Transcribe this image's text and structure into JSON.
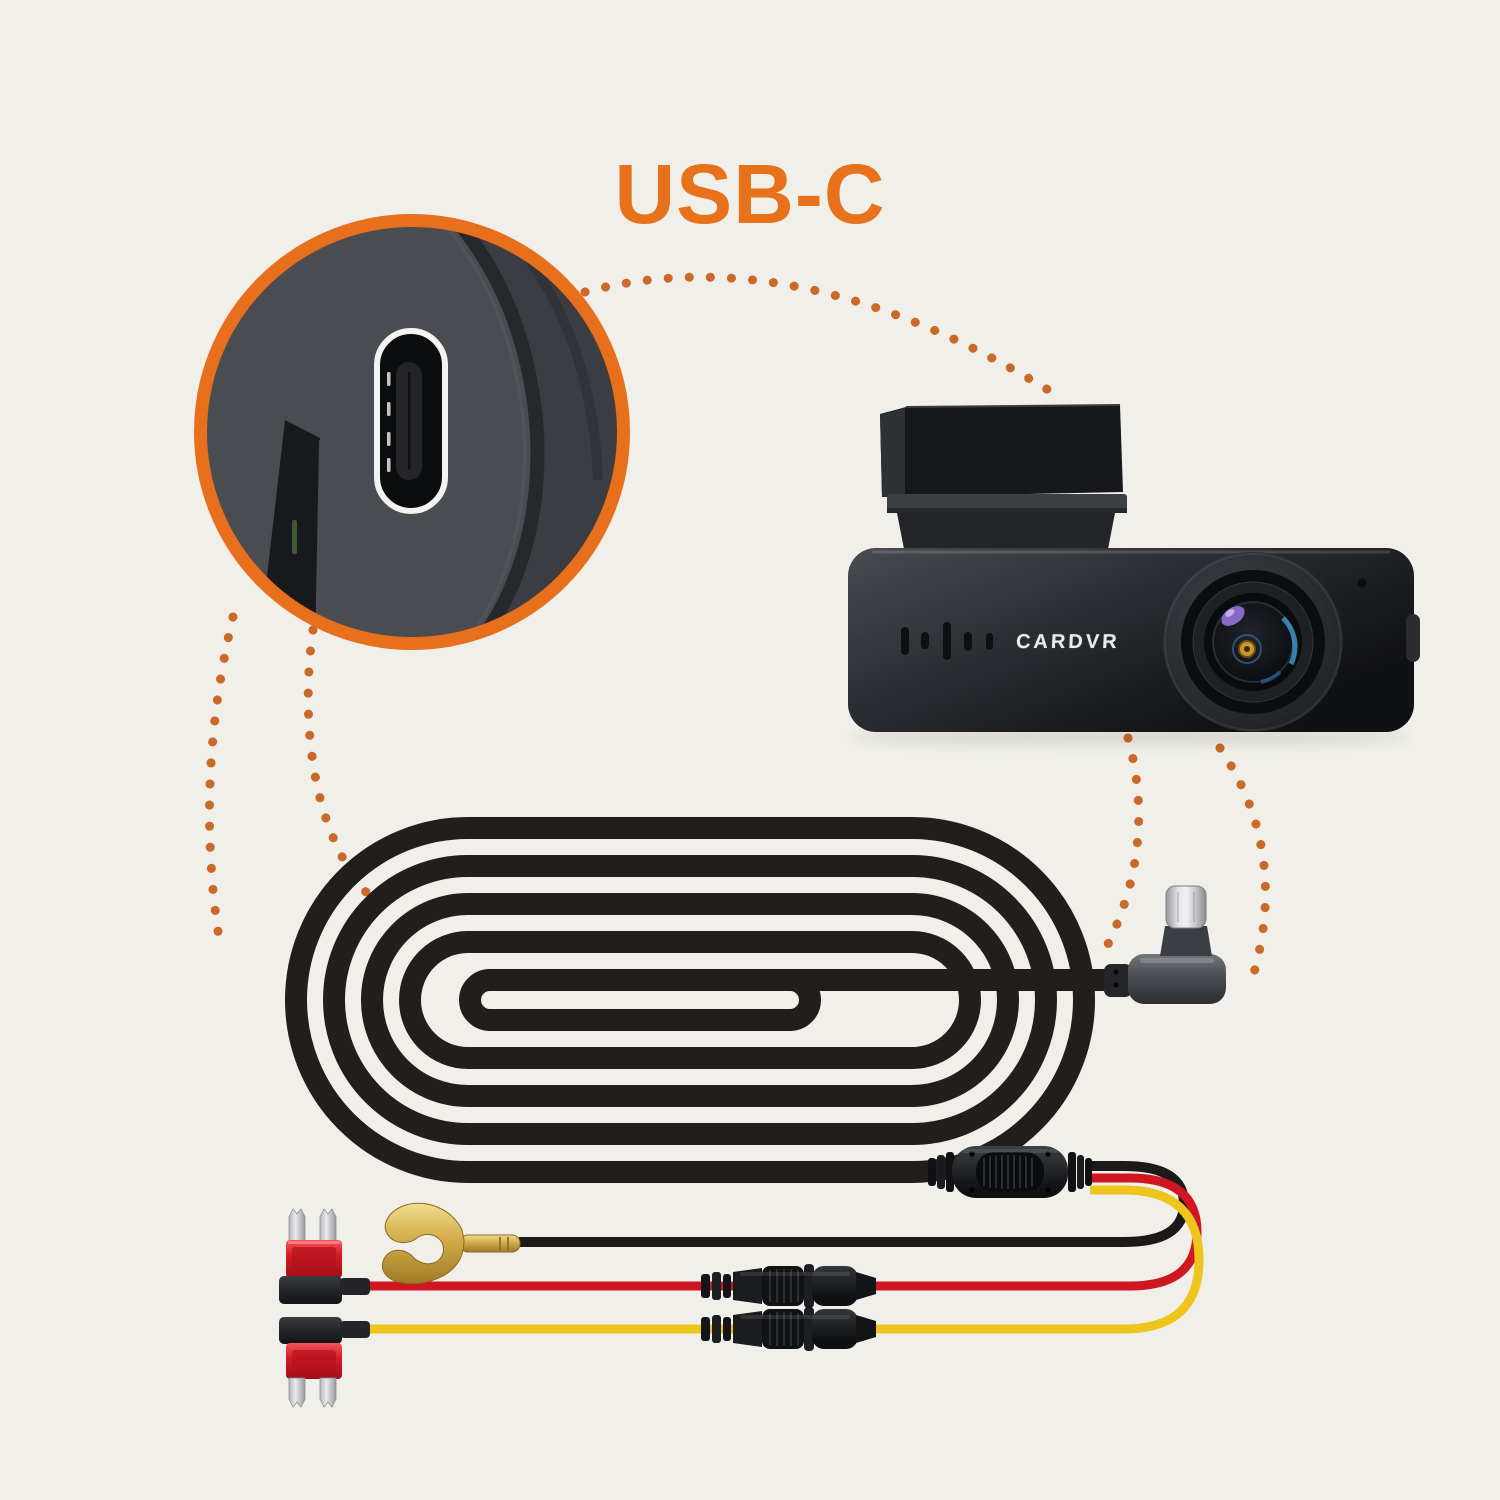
{
  "title": {
    "text": "USB-C"
  },
  "camera": {
    "brand": "CARDVR"
  },
  "colors": {
    "background": "#f0efe9",
    "accent_orange": "#e8711c",
    "dotted_line": "#cb6a28",
    "cable_black": "#211e1b",
    "wire_red": "#cf1722",
    "wire_yellow": "#eec51d",
    "terminal_gold": "#d2ac4a",
    "fuse_red": "#d41c26",
    "device_gray": "#494c51"
  },
  "components": {
    "closeup": "usb-c-port-closeup",
    "camera": "dash-cam",
    "cable": "coiled-hardwire-cable",
    "connector": "usb-c-right-angle-plug",
    "splitter": "three-wire-splitter",
    "ground": "ground-fork-terminal",
    "red_lead": "red-wire-fuse-tap",
    "yellow_lead": "yellow-wire-fuse-tap",
    "fuse_holders": "inline-fuse-holders"
  }
}
